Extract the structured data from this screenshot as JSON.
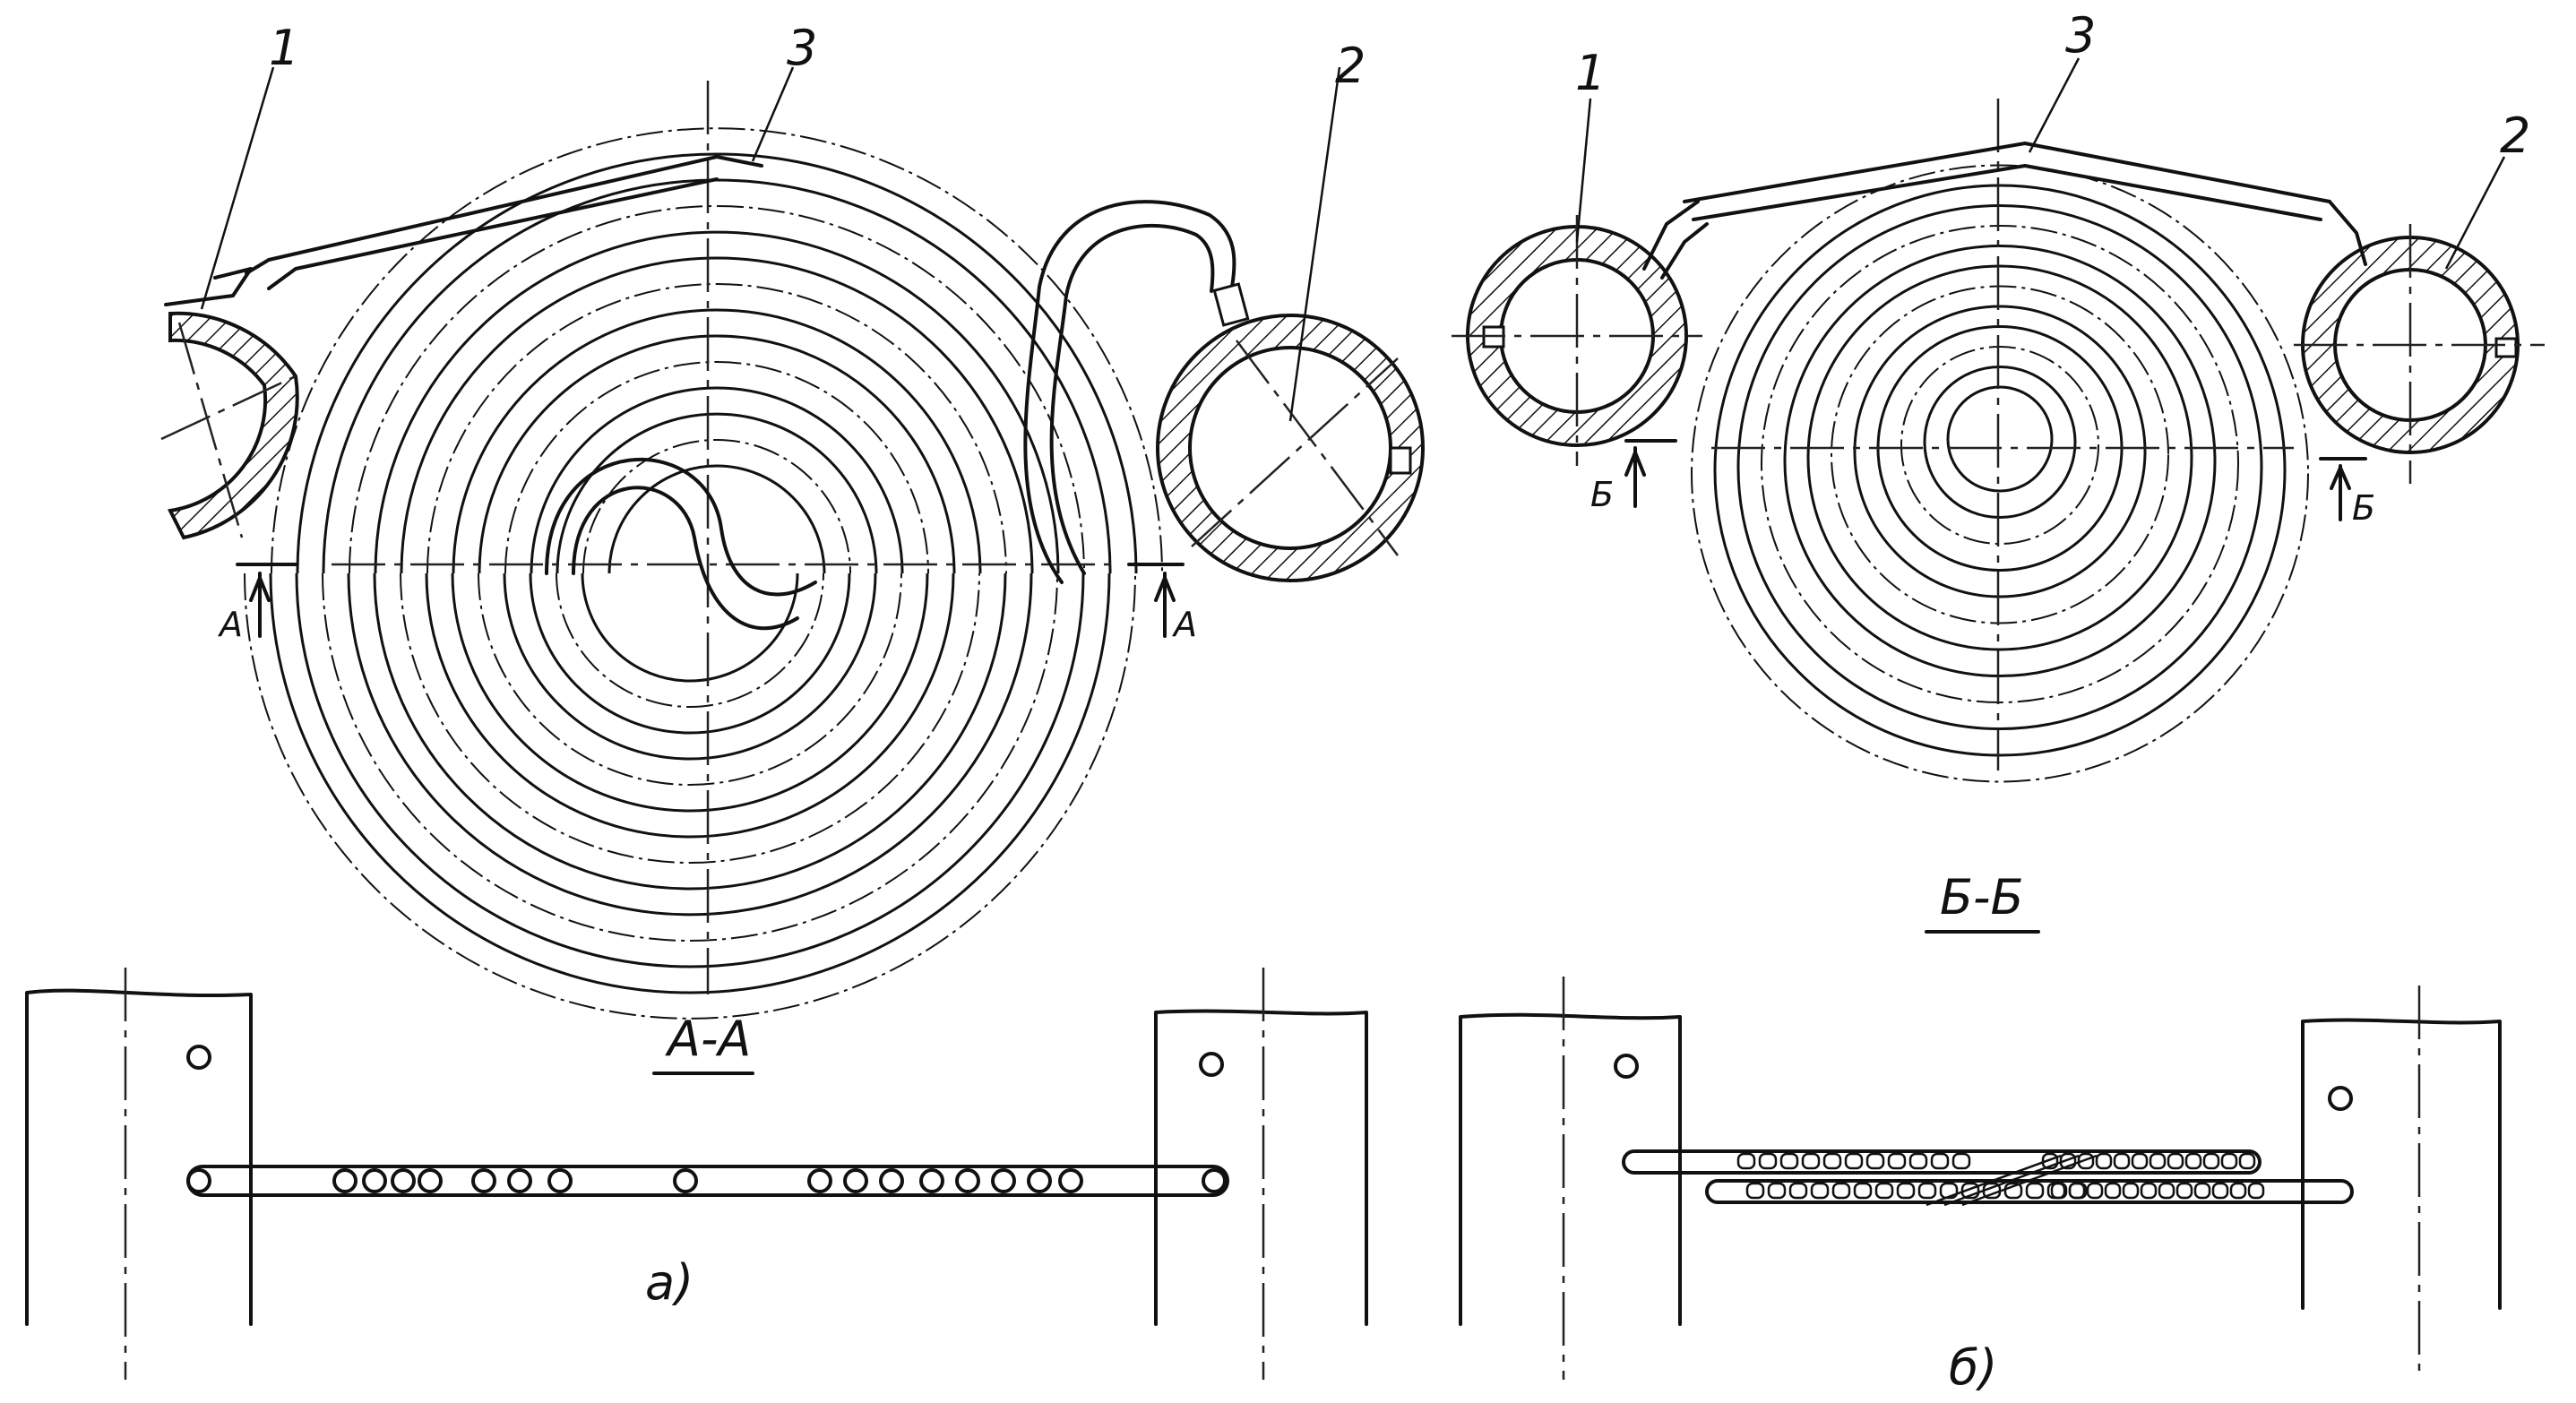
{
  "labels": {
    "callout_1": "1",
    "callout_2": "2",
    "callout_3": "3",
    "callout_a": "А",
    "callout_b": "Б",
    "section_aa": "А-А",
    "section_bb": "Б-Б",
    "view_a": "а)",
    "view_b": "б)"
  },
  "colors": {
    "ink": "#111111",
    "hatch": "#111111",
    "background": "#ffffff"
  }
}
